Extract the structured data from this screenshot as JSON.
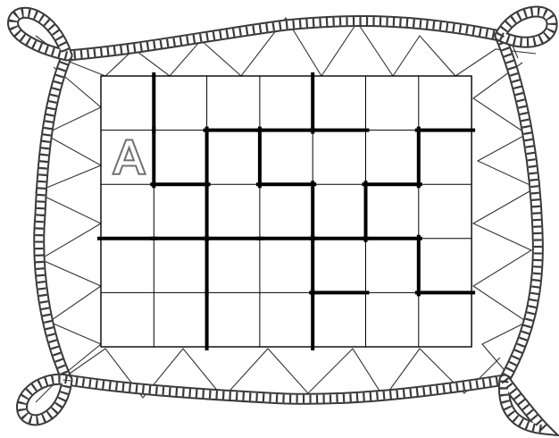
{
  "puzzle": {
    "rows": 5,
    "cols": 7,
    "labels": [
      {
        "row": 1,
        "col": 0,
        "text": "A"
      }
    ],
    "walls": {
      "vertical": [
        [
          0,
          1
        ],
        [
          0,
          4
        ],
        [
          1,
          1
        ],
        [
          1,
          2
        ],
        [
          1,
          3
        ],
        [
          1,
          6
        ],
        [
          2,
          2
        ],
        [
          2,
          4
        ],
        [
          2,
          5
        ],
        [
          3,
          2
        ],
        [
          3,
          4
        ],
        [
          3,
          6
        ],
        [
          4,
          2
        ],
        [
          4,
          4
        ]
      ],
      "horizontal": [
        [
          1,
          2
        ],
        [
          1,
          3
        ],
        [
          1,
          4
        ],
        [
          1,
          6
        ],
        [
          2,
          1
        ],
        [
          2,
          3
        ],
        [
          2,
          5
        ],
        [
          3,
          0
        ],
        [
          3,
          1
        ],
        [
          3,
          2
        ],
        [
          3,
          3
        ],
        [
          3,
          4
        ],
        [
          3,
          5
        ],
        [
          4,
          4
        ],
        [
          4,
          6
        ]
      ]
    }
  },
  "colors": {
    "grid_line": "#000000",
    "wall": "#000000",
    "rope": "#3a3a3a",
    "label": "#6f6f6f"
  }
}
